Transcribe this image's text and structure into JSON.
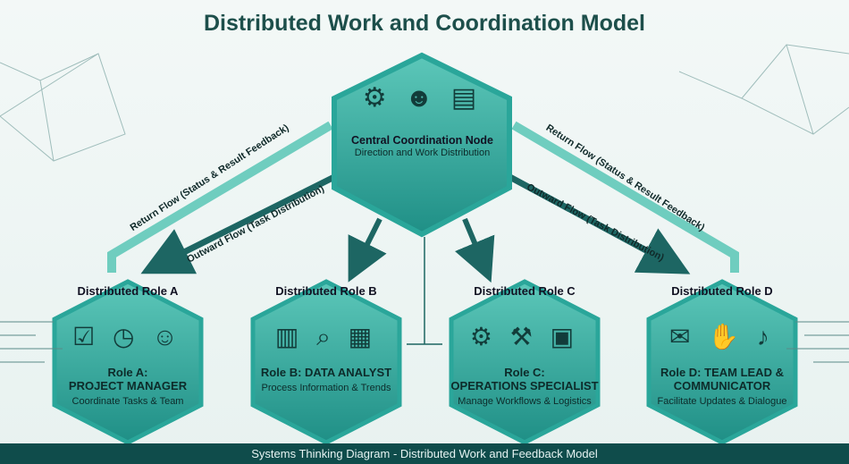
{
  "title": "Distributed Work and Coordination Model",
  "center": {
    "name": "Central Coordination Node",
    "subtitle": "Direction and Work Distribution"
  },
  "flows": {
    "return_left": "Return Flow (Status & Result Feedback)",
    "outward_left": "Outward Flow (Task Distribution)",
    "return_right": "Return Flow (Status & Result Feedback)",
    "outward_right": "Outward Flow (Task Distribution)"
  },
  "roles": [
    {
      "header": "Distributed Role A",
      "role": "Role A:",
      "title": "PROJECT MANAGER",
      "desc": "Coordinate Tasks & Team",
      "icons": "☑ ◷ ☺"
    },
    {
      "header": "Distributed Role B",
      "role": "Role B: DATA ANALYST",
      "title": "",
      "desc": "Process Information & Trends",
      "icons": "▥ ⌕ ▦"
    },
    {
      "header": "Distributed Role C",
      "role": "Role C:",
      "title": "OPERATIONS SPECIALIST",
      "desc": "Manage Workflows & Logistics",
      "icons": "⚙ ⚒ ▣"
    },
    {
      "header": "Distributed Role D",
      "role": "Role D: TEAM LEAD &",
      "title": "COMMUNICATOR",
      "desc": "Facilitate Updates & Dialogue",
      "icons": "✉ ✋ ♪"
    }
  ],
  "footer": "Systems Thinking Diagram - Distributed Work and Feedback Model",
  "colors": {
    "teal": "#2aa69a",
    "dark": "#0f4c4b"
  }
}
